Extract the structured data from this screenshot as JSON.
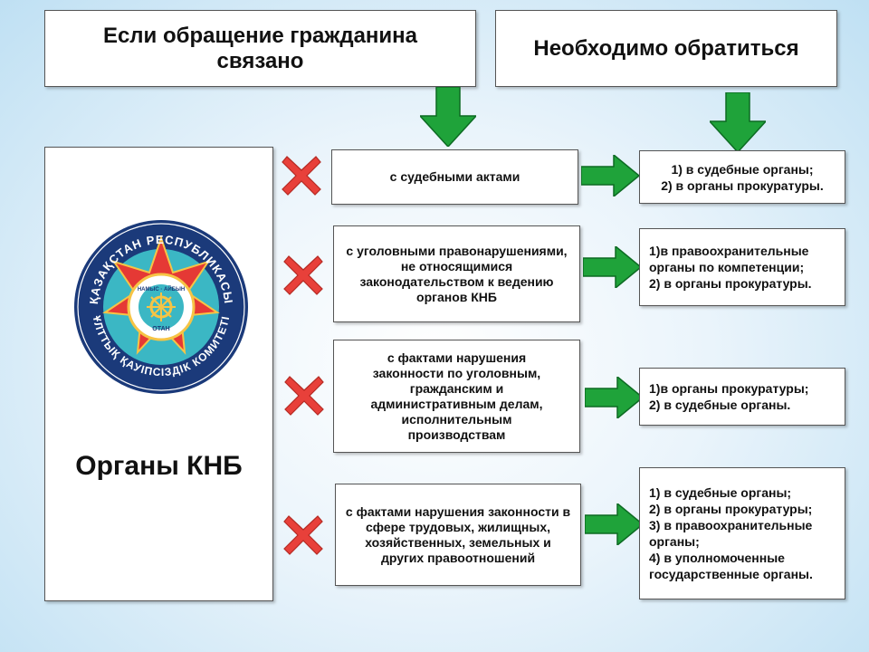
{
  "header": {
    "left": "Если обращение гражданина связано",
    "right": "Необходимо обратиться"
  },
  "left_panel": {
    "emblem_text_top": "ҚАЗАҚСТАН РЕСПУБЛИКАСЫ",
    "emblem_text_bottom": "ҰЛТТЫҚ ҚАУІПСІЗДІК КОМИТЕТІ",
    "emblem_inner": "ОТАН",
    "emblem_inner_top": "НАМЫС · АЙБЫН",
    "title": "Органы КНБ"
  },
  "rows": [
    {
      "condition": "с судебными актами",
      "answer": "1) в  судебные органы;\n2) в органы прокуратуры."
    },
    {
      "condition": "с уголовными правонарушениями, не относящимися законодательством к ведению органов КНБ",
      "answer": "1)в правоохранительные органы по компетенции;\n2) в органы прокуратуры."
    },
    {
      "condition": "с фактами нарушения законности по уголовным, гражданским и административным делам, исполнительным производствам",
      "answer": "1)в органы прокуратуры;\n2) в судебные органы."
    },
    {
      "condition": "с фактами нарушения законности в сфере трудовых, жилищных, хозяйственных, земельных и других правоотношений",
      "answer": "1) в судебные органы;\n2) в органы прокуратуры;\n3) в правоохранительные органы;\n4) в уполномоченные государственные органы."
    }
  ],
  "colors": {
    "arrow_green": "#1fa33a",
    "cross_red": "#e8403a",
    "emblem_blue": "#1b3a7a",
    "emblem_teal": "#3bb7c4"
  }
}
